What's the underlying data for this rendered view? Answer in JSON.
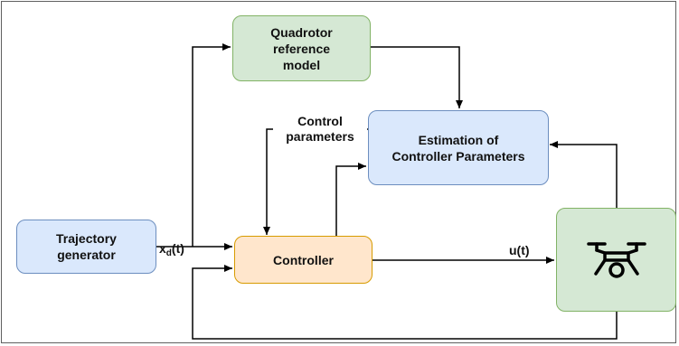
{
  "nodes": {
    "trajectory": "Trajectory\ngenerator",
    "reference": "Quadrotor\nreference\nmodel",
    "controller": "Controller",
    "estimation": "Estimation of\nController Parameters"
  },
  "edge_labels": {
    "xd_main": "x",
    "xd_sub": "d",
    "xd_tail": "(t)",
    "control_params": "Control\nparameters",
    "ut": "u(t)"
  },
  "icons": {
    "plant": "drone-icon"
  },
  "colors": {
    "blue_fill": "#dae8fc",
    "blue_stroke": "#6c8ebf",
    "green_fill": "#d5e8d4",
    "green_stroke": "#82b366",
    "orange_fill": "#ffe6cc",
    "orange_stroke": "#d79b00"
  }
}
